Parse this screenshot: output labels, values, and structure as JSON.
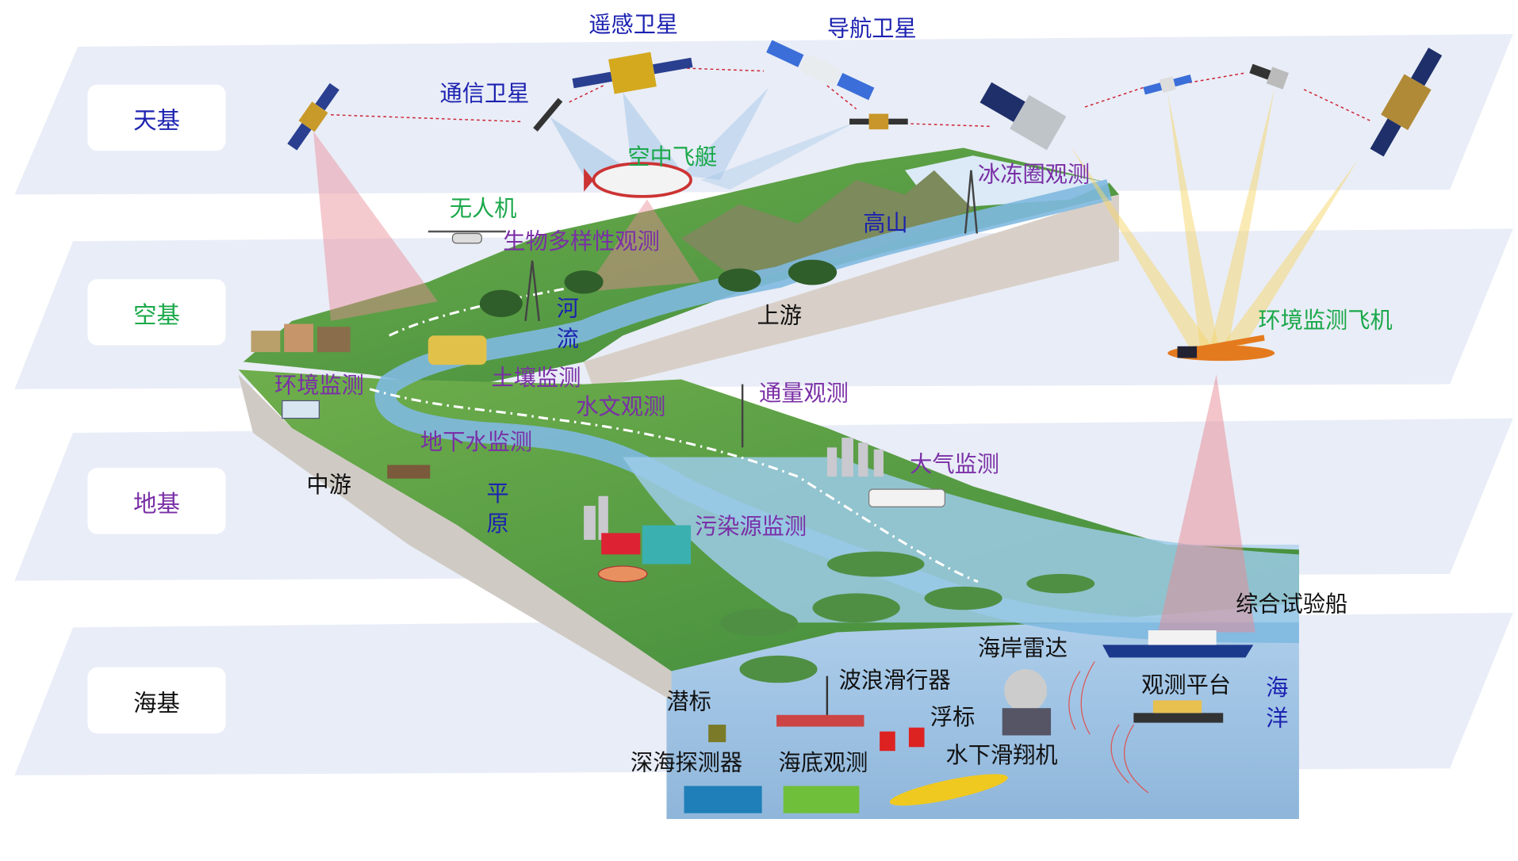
{
  "layers": [
    {
      "label": "天基",
      "color": "#1c22b0"
    },
    {
      "label": "空基",
      "color": "#1aa84a"
    },
    {
      "label": "地基",
      "color": "#7a2fa6"
    },
    {
      "label": "海基",
      "color": "#111111"
    }
  ],
  "space": {
    "remote_sensing": "遥感卫星",
    "navigation": "导航卫星",
    "communication": "通信卫星"
  },
  "air": {
    "airship": "空中飞艇",
    "drone": "无人机",
    "env_aircraft": "环境监测飞机"
  },
  "land": {
    "cryosphere": "冰冻圈观测",
    "biodiversity": "生物多样性观测",
    "mountain": "高山",
    "river": "河流",
    "upstream": "上游",
    "env_monitor": "环境监测",
    "soil": "土壤监测",
    "hydrology": "水文观测",
    "flux": "通量观测",
    "groundwater": "地下水监测",
    "midstream": "中游",
    "atmosphere": "大气监测",
    "plain": "平原",
    "pollution": "污染源监测"
  },
  "sea": {
    "research_ship": "综合试验船",
    "coastal_radar": "海岸雷达",
    "wave_glider": "波浪滑行器",
    "subsurface_buoy": "潜标",
    "buoy": "浮标",
    "platform": "观测平台",
    "ocean": "海洋",
    "deep_sea_probe": "深海探测器",
    "seabed": "海底观测",
    "underwater_glider": "水下滑翔机"
  },
  "colors": {
    "band": "#e9edf7",
    "beam_red": "#e88a94",
    "beam_yellow": "#f5d66a",
    "beam_blue": "#9ec3e6",
    "ocean": "#a7c9e8"
  }
}
